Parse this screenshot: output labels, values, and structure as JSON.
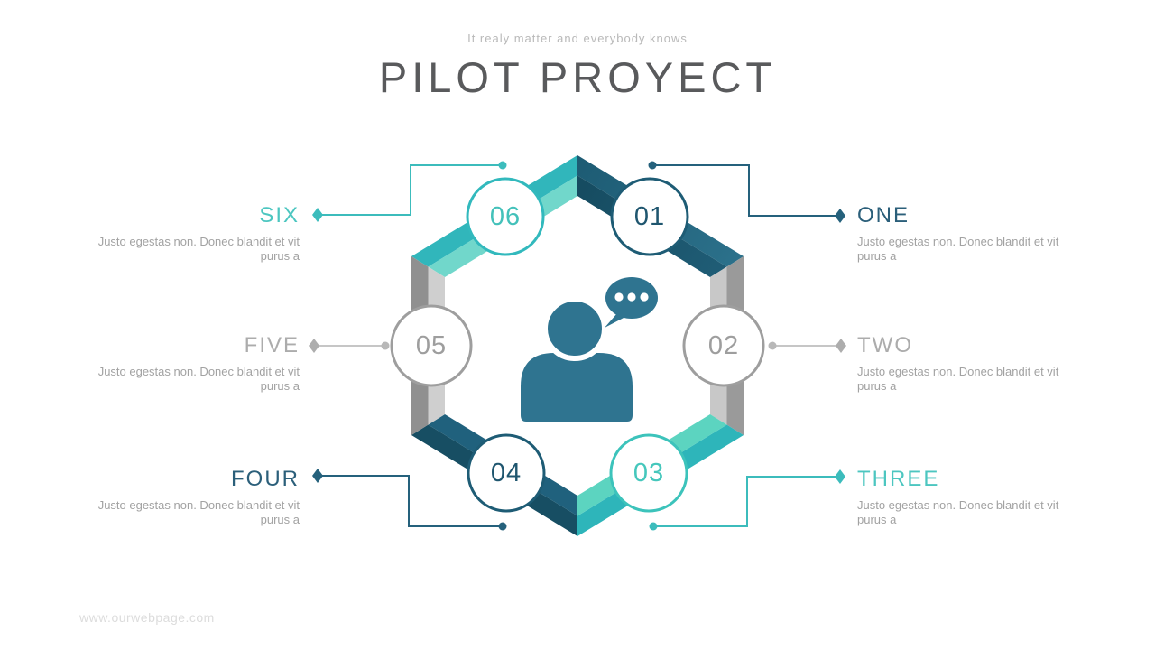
{
  "header": {
    "subtitle": "It realy matter and everybody knows",
    "title": "PILOT PROYECT"
  },
  "items": [
    {
      "num": "01",
      "label": "ONE",
      "desc1": "Justo egestas non. Donec blandit et vit",
      "desc2": "purus a",
      "accent": "#2b5f7a"
    },
    {
      "num": "02",
      "label": "TWO",
      "desc1": "Justo egestas non. Donec blandit et vit",
      "desc2": "purus a",
      "accent": "#acacac"
    },
    {
      "num": "03",
      "label": "THREE",
      "desc1": "Justo egestas non. Donec blandit et vit",
      "desc2": "purus a",
      "accent": "#4cc6c0"
    },
    {
      "num": "04",
      "label": "FOUR",
      "desc1": "Justo egestas non. Donec blandit et vit",
      "desc2": "purus a",
      "accent": "#2b5f7a"
    },
    {
      "num": "05",
      "label": "FIVE",
      "desc1": "Justo egestas non. Donec blandit et vit",
      "desc2": "purus a",
      "accent": "#acacac"
    },
    {
      "num": "06",
      "label": "SIX",
      "desc1": "Justo egestas non. Donec blandit et vit",
      "desc2": "purus a",
      "accent": "#4cc6c0"
    }
  ],
  "footer": {
    "website": "www.ourwebpage.com"
  },
  "colors": {
    "teal_edge": "#31b6bb",
    "teal_edge_light": "#71d7cb",
    "teal_edge_bottom": "#2eb5ba",
    "teal_edge_bottom_light": "#5cd4c0",
    "blue_edge": "#1e5c75",
    "blue_edge_dark": "#174d63",
    "gray_edge": "#9a9a9a",
    "gray_edge_light": "#c8c8c8",
    "person_icon": "#2f7490",
    "title_text": "#595a5c",
    "body_text": "#a2a2a2"
  }
}
